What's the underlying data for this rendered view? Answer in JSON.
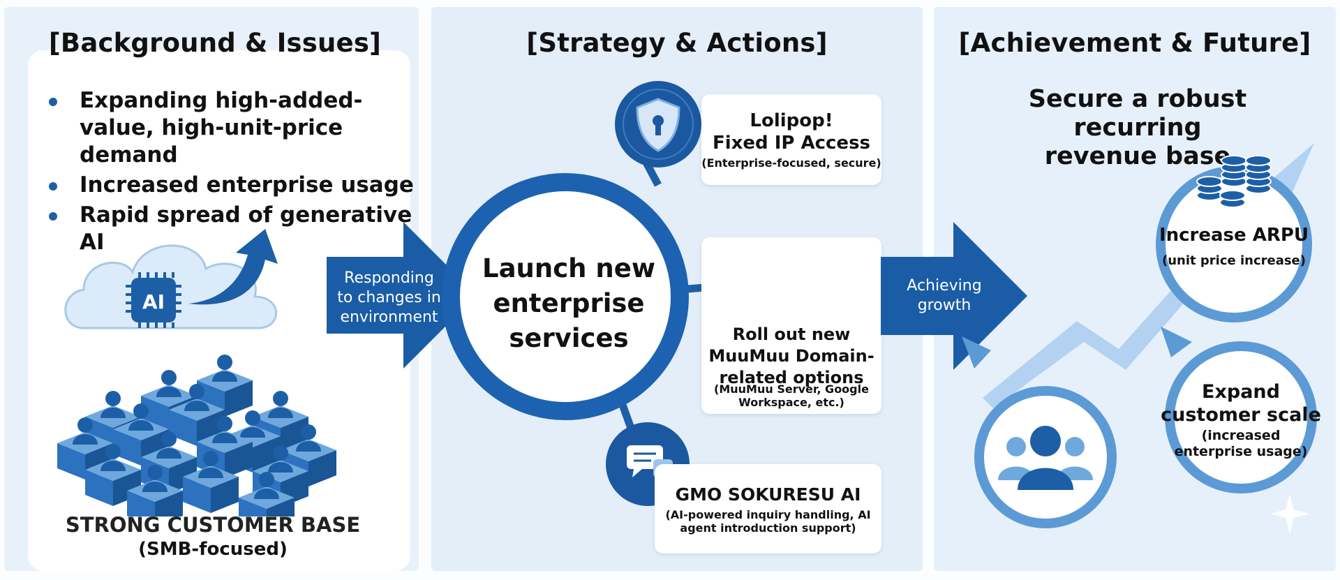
{
  "panels": {
    "background": {
      "title": "[Background & Issues]",
      "bullets": [
        "Expanding high-added-value, high-unit-price demand",
        "Increased enterprise usage",
        "Rapid spread of generative AI"
      ],
      "ai_chip_label": "AI",
      "base_title": "STRONG CUSTOMER BASE",
      "base_subtitle": "(SMB-focused)"
    },
    "strategy": {
      "title": "[Strategy & Actions]",
      "arrow_label": [
        "Responding",
        "to changes in",
        "environment"
      ],
      "hub_label": [
        "Launch new",
        "enterprise",
        "services"
      ],
      "services": [
        {
          "title": [
            "Lolipop!",
            "Fixed IP Access"
          ],
          "note": [
            "(Enterprise-focused, secure)"
          ],
          "icon": "shield-lock-icon"
        },
        {
          "title": [
            "Roll out new",
            "MuuMuu Domain-",
            "related options"
          ],
          "note": [
            "(MuuMuu Server, Google",
            "Workspace, etc.)"
          ],
          "icon": "document-icon"
        },
        {
          "title": [
            "GMO SOKURESU AI"
          ],
          "note": [
            "(AI-powered inquiry handling, AI",
            "agent introduction support)"
          ],
          "icon": "chat-bubbles-icon"
        }
      ]
    },
    "achievement": {
      "title": "[Achievement & Future]",
      "arrow_label": [
        "Achieving",
        "growth"
      ],
      "goal": [
        "Secure a robust recurring",
        "revenue base"
      ],
      "arpu": {
        "title": "Increase ARPU",
        "note": "(unit price increase)",
        "icon": "coin-stacks-icon"
      },
      "scale": {
        "title": [
          "Expand",
          "customer scale"
        ],
        "note": [
          "(increased",
          "enterprise usage)"
        ]
      },
      "customers_icon": "customer-group-icon"
    }
  },
  "colors": {
    "primary_blue": "#1d5fa6",
    "light_blue": "#6fa8dc",
    "panel_bg": "#e6f0fa",
    "card_bg": "#ffffff"
  }
}
